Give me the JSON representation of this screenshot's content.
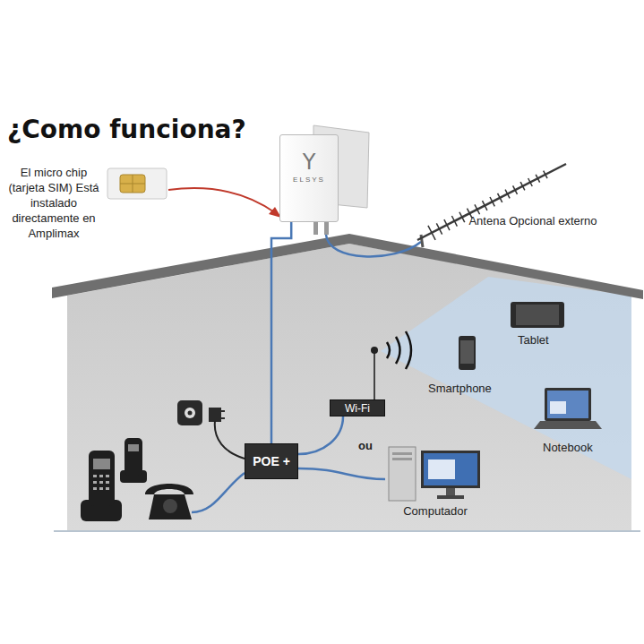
{
  "diagram": {
    "title": "¿Como funciona?",
    "nodes": [
      {
        "text": [
          "Y",
          "ELSYS"
        ]
      },
      {
        "text": [
          "POE +"
        ]
      },
      {
        "text": [
          "Wi-Fi"
        ]
      },
      {
        "text": [
          "Computador"
        ]
      }
    ],
    "edges": [
      {
        "from": 0,
        "to": 1,
        "arrow": "none"
      },
      {
        "from": 1,
        "to": 2,
        "arrow": "none"
      },
      {
        "from": 1,
        "to": 3,
        "arrow": "none"
      }
    ],
    "labels": [
      "El micro chip (tarjeta SIM) Está instalado directamente en Amplimax",
      "Antena Opcional externo",
      "ou",
      "Tablet",
      "Smartphone",
      "Notebook"
    ]
  }
}
